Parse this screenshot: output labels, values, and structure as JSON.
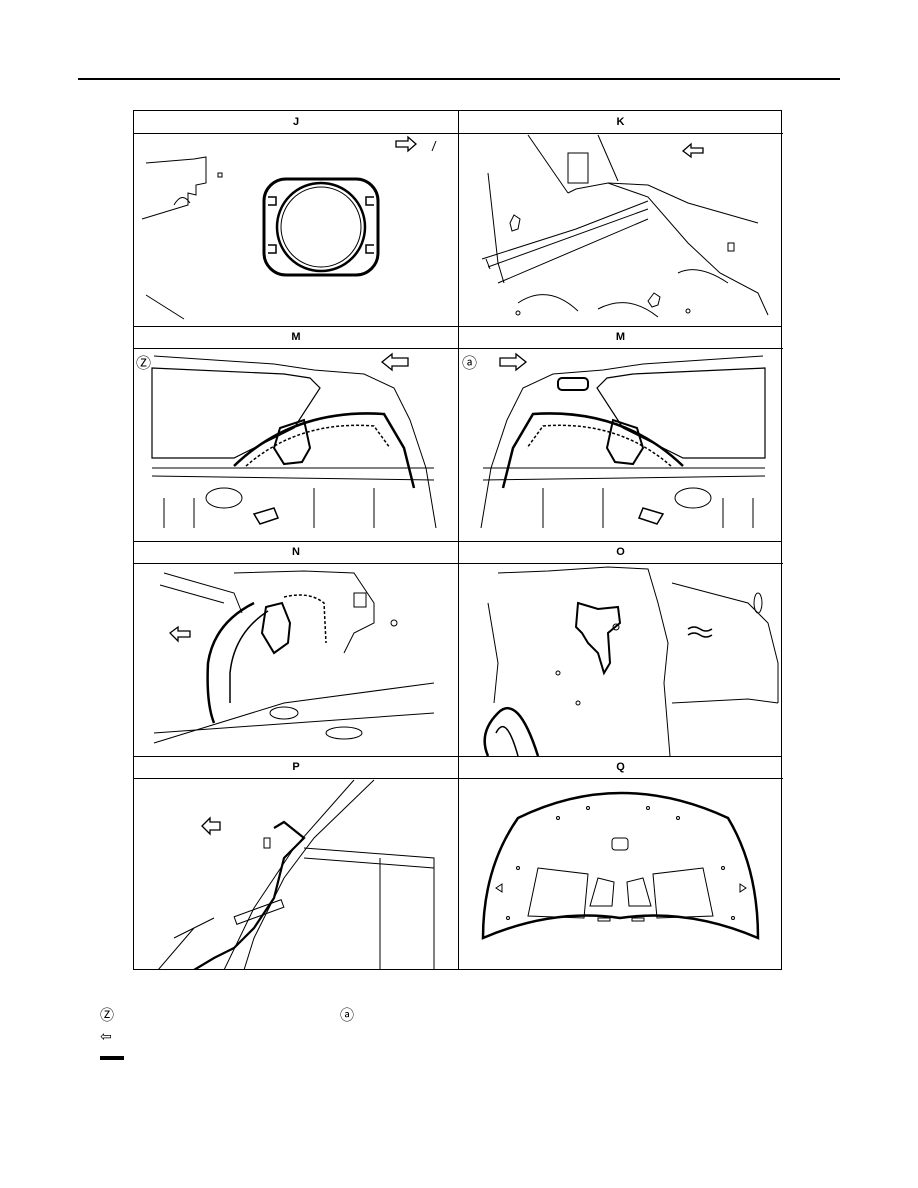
{
  "panels": [
    {
      "id": "J",
      "label": "J"
    },
    {
      "id": "K",
      "label": "K"
    },
    {
      "id": "M1",
      "label": "M",
      "badge": "Ⓩ"
    },
    {
      "id": "M2",
      "label": "M",
      "badge": "ⓐ"
    },
    {
      "id": "N",
      "label": "N"
    },
    {
      "id": "O",
      "label": "O"
    },
    {
      "id": "P",
      "label": "P"
    },
    {
      "id": "Q",
      "label": "Q"
    }
  ],
  "legend": {
    "z_symbol": "Ⓩ",
    "a_symbol": "ⓐ",
    "arrow_symbol": "⇦"
  }
}
